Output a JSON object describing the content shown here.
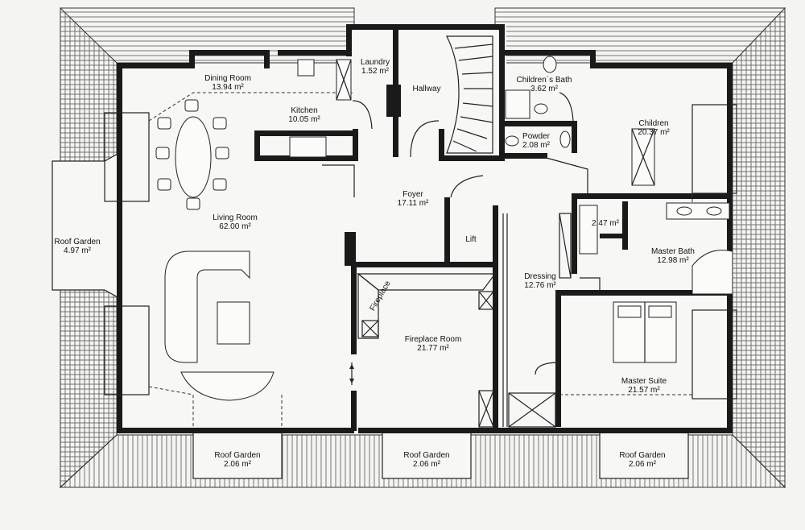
{
  "rooms": {
    "dining": {
      "name": "Dining Room",
      "area": "13.94 m²"
    },
    "laundry": {
      "name": "Laundry",
      "area": "1.52 m²"
    },
    "hallway": {
      "name": "Hallway"
    },
    "childrens_bath": {
      "name": "Children´s Bath",
      "area": "3.62 m²"
    },
    "kitchen": {
      "name": "Kitchen",
      "area": "10.05 m²"
    },
    "children": {
      "name": "Children",
      "area": "20.37 m²"
    },
    "powder": {
      "name": "Powder",
      "area": "2.08 m²"
    },
    "foyer": {
      "name": "Foyer",
      "area": "17.11 m²"
    },
    "wc": {
      "area": "2.47 m²"
    },
    "living": {
      "name": "Living Room",
      "area": "62.00 m²"
    },
    "roof_garden_w": {
      "name": "Roof Garden",
      "area": "4.97 m²"
    },
    "lift": {
      "name": "Lift"
    },
    "master_bath": {
      "name": "Master Bath",
      "area": "12.98 m²"
    },
    "dressing": {
      "name": "Dressing",
      "area": "12.76 m²"
    },
    "fireplace": {
      "name": "Fireplace"
    },
    "fireplace_room": {
      "name": "Fireplace Room",
      "area": "21.77 m²"
    },
    "master_suite": {
      "name": "Master Suite",
      "area": "21.57 m²"
    },
    "roof_garden_s1": {
      "name": "Roof Garden",
      "area": "2.06 m²"
    },
    "roof_garden_s2": {
      "name": "Roof Garden",
      "area": "2.06 m²"
    },
    "roof_garden_s3": {
      "name": "Roof Garden",
      "area": "2.06 m²"
    }
  }
}
